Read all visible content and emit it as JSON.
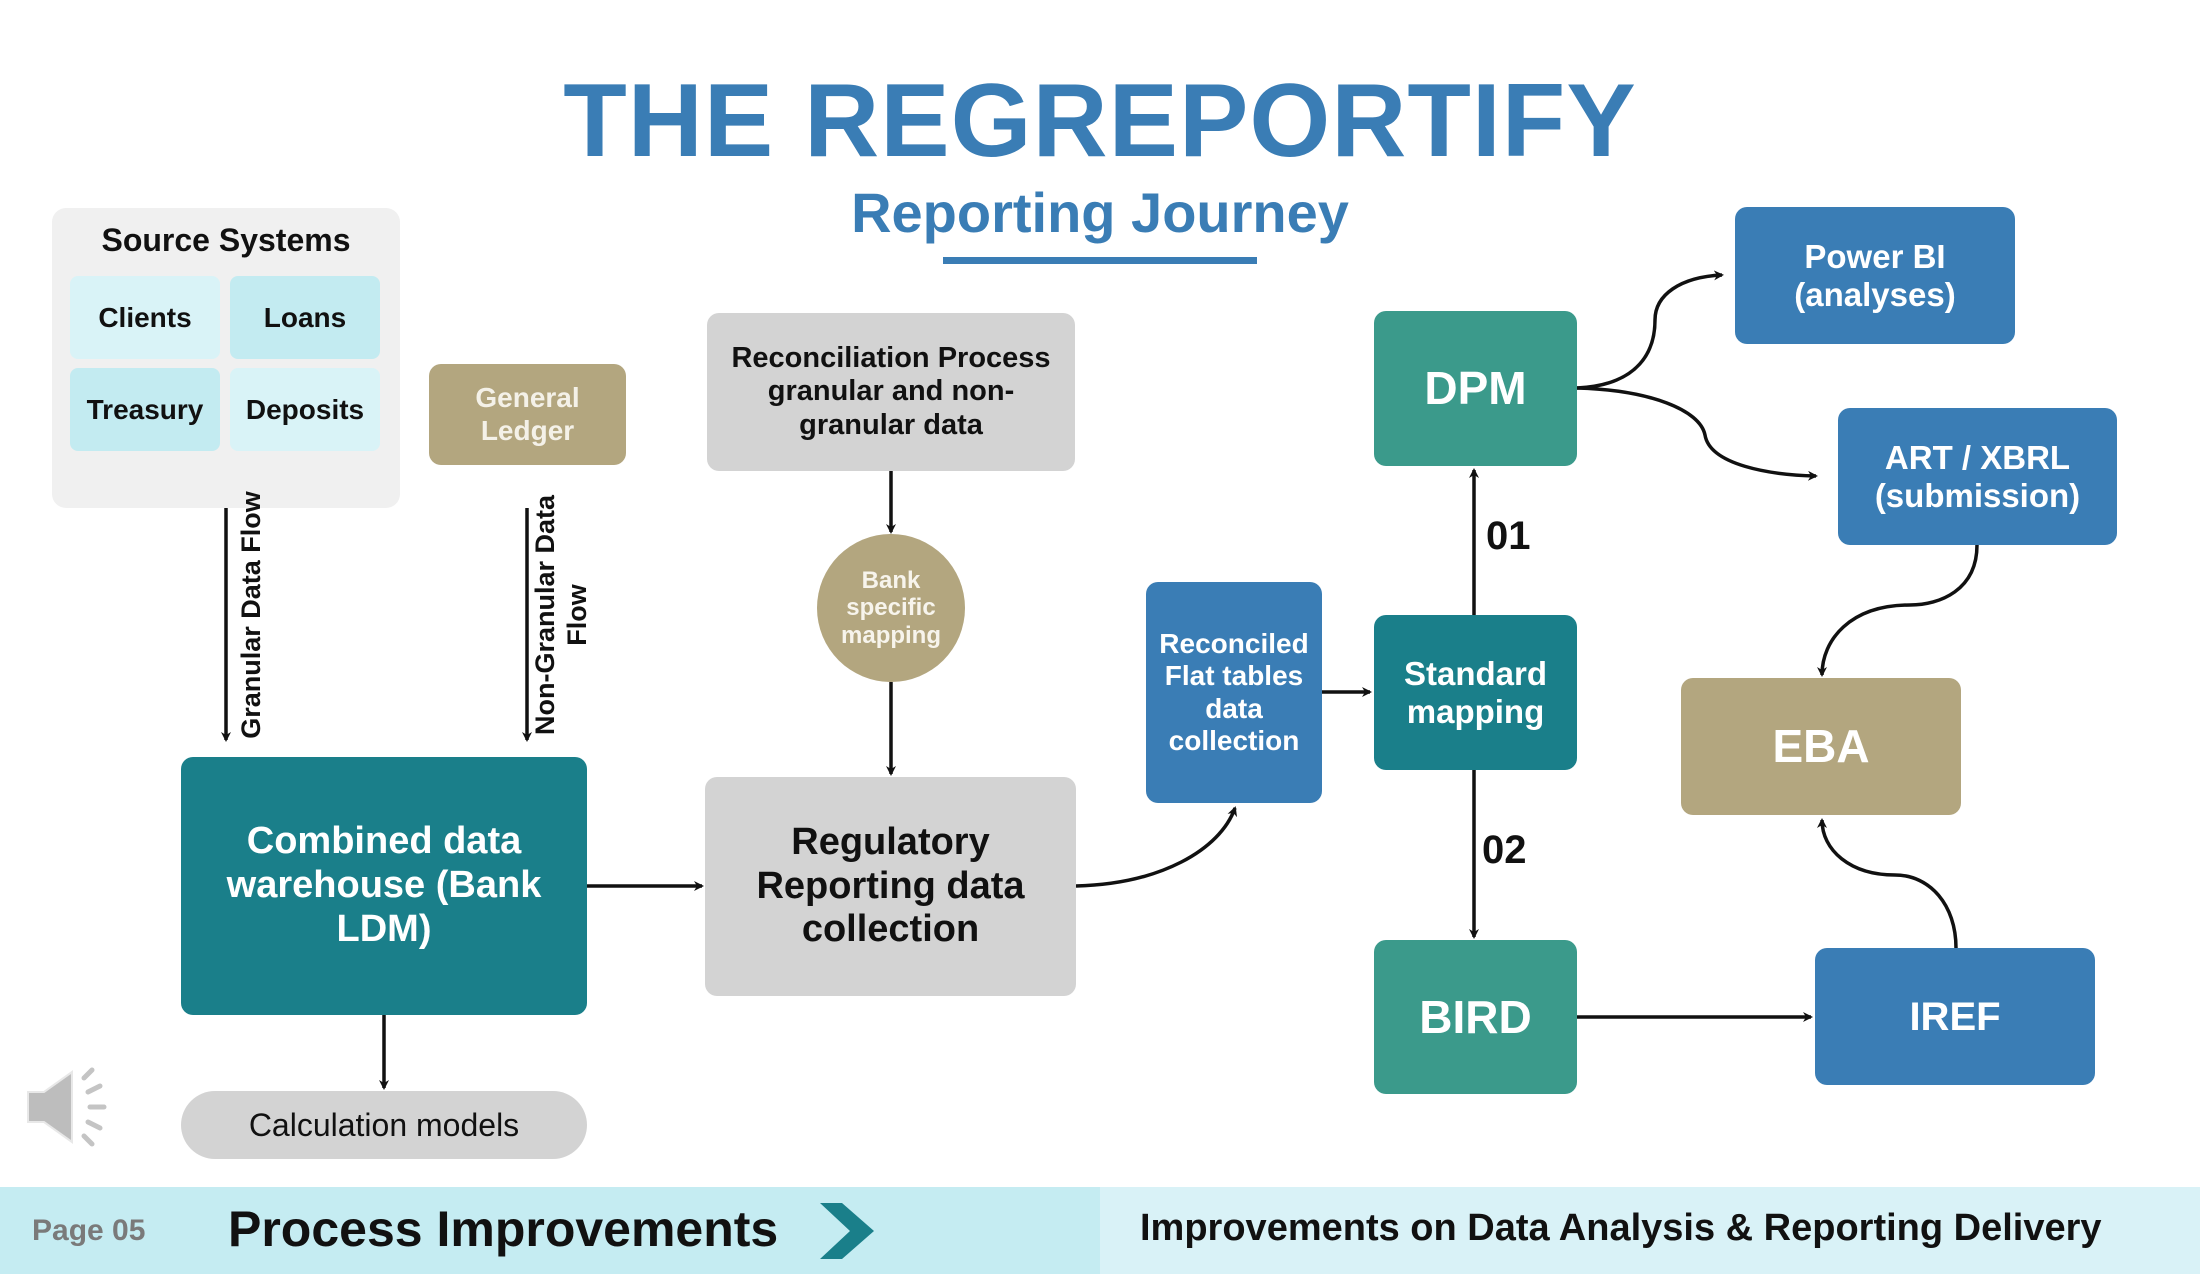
{
  "header": {
    "title": "THE REGREPORTIFY",
    "subtitle": "Reporting Journey"
  },
  "source_systems": {
    "title": "Source Systems",
    "items": [
      "Clients",
      "Loans",
      "Treasury",
      "Deposits"
    ]
  },
  "nodes": {
    "general_ledger": "General Ledger",
    "reconciliation": "Reconciliation Process granular and non-granular data",
    "bank_mapping": "Bank specific mapping",
    "combined_dw": "Combined data warehouse (Bank LDM)",
    "regulatory_collection": "Regulatory Reporting data collection",
    "calculation_models": "Calculation models",
    "reconciled_flat": "Reconciled Flat tables data collection",
    "standard_mapping": "Standard mapping",
    "dpm": "DPM",
    "bird": "BIRD",
    "power_bi": "Power BI (analyses)",
    "art_xbrl": "ART / XBRL (submission)",
    "eba": "EBA",
    "iref": "IREF"
  },
  "flow_labels": {
    "granular": "Granular Data Flow",
    "non_granular": "Non-Granular Data Flow",
    "step_01": "01",
    "step_02": "02"
  },
  "footer": {
    "page": "Page 05",
    "section": "Process Improvements",
    "subsection": "Improvements on Data Analysis & Reporting Delivery"
  },
  "colors": {
    "brand_blue": "#3a7db5",
    "teal_dark": "#1a7f8a",
    "teal": "#3b9a8b",
    "tan": "#b3a67f",
    "grey": "#d3d3d3",
    "footer_band": "#c5ecf2"
  }
}
